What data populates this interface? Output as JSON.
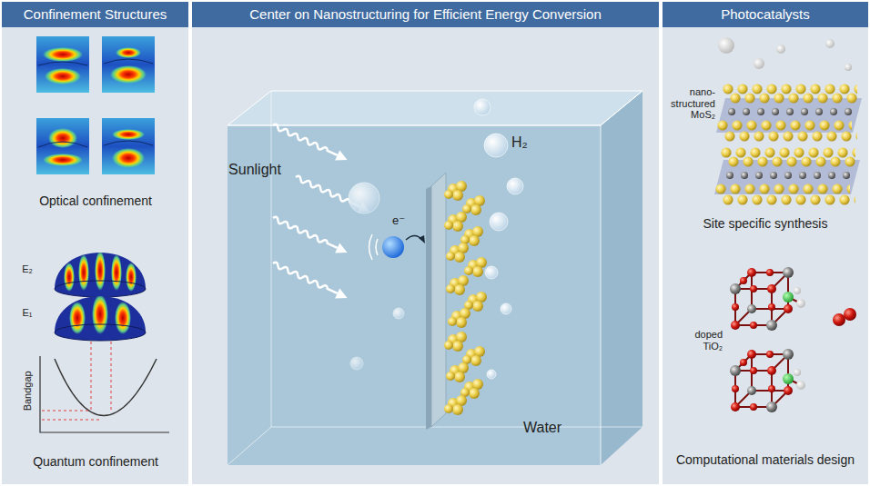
{
  "diagram": {
    "nodes": [
      {
        "text": [
          "Confinement Structures"
        ]
      },
      {
        "text": [
          "Center on Nanostructuring for Efficient Energy Conversion"
        ]
      },
      {
        "text": [
          "Photocatalysts"
        ]
      }
    ],
    "labels": [
      "Optical confinement",
      "E₂",
      "E₁",
      "Bandgap",
      "Quantum confinement",
      "Sunlight",
      "e⁻",
      "H₂",
      "Water",
      "nano- structured MoS₂",
      "Site specific synthesis",
      "doped TiO₂",
      "Computational materials design"
    ]
  }
}
